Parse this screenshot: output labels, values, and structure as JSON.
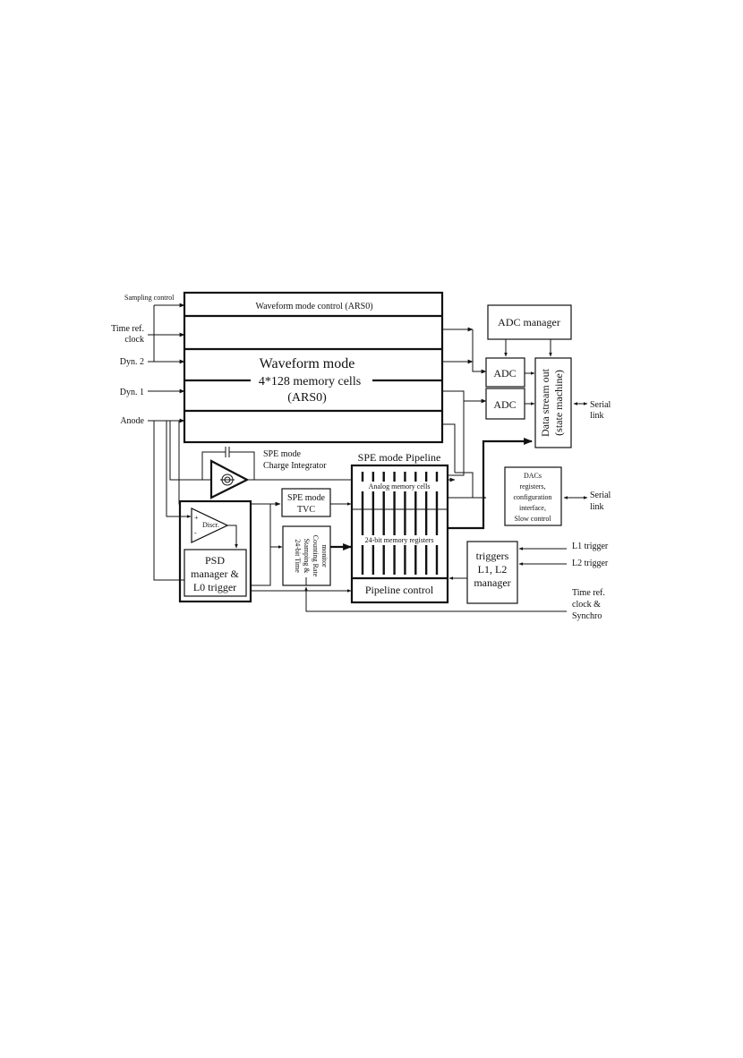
{
  "inputs": {
    "sampling_control": "Sampling control",
    "time_ref_clock_line1": "Time ref.",
    "time_ref_clock_line2": "clock",
    "dyn2": "Dyn. 2",
    "dyn1": "Dyn. 1",
    "anode": "Anode"
  },
  "waveform": {
    "control_label": "Waveform mode control (ARS0)",
    "mode_line1": "Waveform mode",
    "mode_line2": "4*128 memory cells",
    "mode_line3": "(ARS0)"
  },
  "adc": {
    "manager": "ADC manager",
    "adc1": "ADC",
    "adc2": "ADC",
    "stream_line1": "Data stream out",
    "stream_line2": "(state machine)",
    "serial_link_line1": "Serial",
    "serial_link_line2": "link"
  },
  "spe": {
    "integrator_line1": "SPE mode",
    "integrator_line2": "Charge Integrator",
    "pipeline_title": "SPE mode Pipeline",
    "analog_cells": "Analog memory cells",
    "memory_registers": "24-bit memory registers",
    "pipeline_control": "Pipeline control",
    "tvc_line1": "SPE mode",
    "tvc_line2": "TVC"
  },
  "timestamp": {
    "line1": "24-bit Time",
    "line2": "Stamping &",
    "line3": "Counting Rate",
    "line4": "monitor"
  },
  "psd": {
    "discr": "Discr.",
    "plus": "+",
    "minus": "-",
    "line1": "PSD",
    "line2": "manager &",
    "line3": "L0 trigger"
  },
  "dacs": {
    "line1": "DACs",
    "line2": "registers,",
    "line3": "configuration",
    "line4": "interface,",
    "line5": "Slow control",
    "serial_link_line1": "Serial",
    "serial_link_line2": "link"
  },
  "triggers": {
    "line1": "triggers",
    "line2": "L1, L2",
    "line3": "manager",
    "l1": "L1 trigger",
    "l2": "L2 trigger",
    "time_ref_line1": "Time ref.",
    "time_ref_line2": "clock &",
    "time_ref_line3": "Synchro"
  }
}
